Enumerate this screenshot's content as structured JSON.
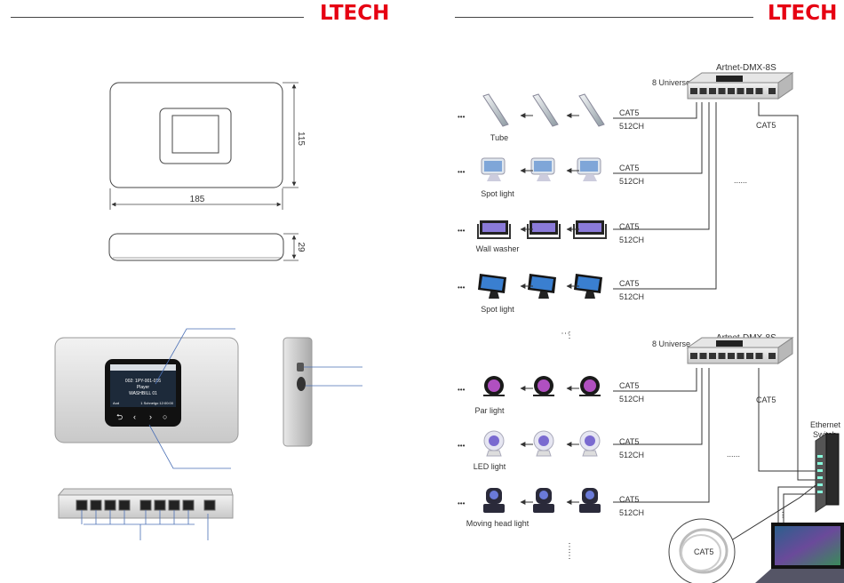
{
  "brand": {
    "logo_left": "LTECH",
    "logo_right": "LTECH"
  },
  "dimensions": {
    "width": "185",
    "height": "115",
    "depth": "29"
  },
  "screen": {
    "line1": "002: 1PY-001-016",
    "line2": "Player",
    "line3": "WASHBILL 01",
    "footer_left": "Aud",
    "footer_right": "1 Schnelgo 12:00:00"
  },
  "controllers": [
    {
      "model": "Artnet-DMX-8S",
      "universe": "8 Universe"
    },
    {
      "model": "Artnet-DMX-8S",
      "universe": "8 Universe"
    }
  ],
  "fixture_rows": [
    {
      "label": "Tube",
      "cable": "CAT5",
      "channels": "512CH"
    },
    {
      "label": "Spot light",
      "cable": "CAT5",
      "channels": "512CH"
    },
    {
      "label": "Wall washer",
      "cable": "CAT5",
      "channels": "512CH"
    },
    {
      "label": "Spot light",
      "cable": "CAT5",
      "channels": "512CH"
    },
    {
      "label": "Par light",
      "cable": "CAT5",
      "channels": "512CH"
    },
    {
      "label": "LED light",
      "cable": "CAT5",
      "channels": "512CH"
    },
    {
      "label": "Moving head light",
      "cable": "CAT5",
      "channels": "512CH"
    }
  ],
  "uplinks": [
    "CAT5",
    "CAT5"
  ],
  "switch": {
    "line1": "Ethernet",
    "line2": "Switch"
  },
  "coil_label": "CAT5",
  "ellipsis": "......",
  "more": "•••",
  "icons": {
    "controller_buttons": [
      "back-arrow-icon",
      "left-arrow-icon",
      "right-arrow-icon",
      "power-icon"
    ],
    "fixture_arrow": "left-arrow-icon"
  },
  "colors": {
    "brand": "#e60012",
    "callout": "#4a6fb5",
    "wire": "#333333"
  }
}
